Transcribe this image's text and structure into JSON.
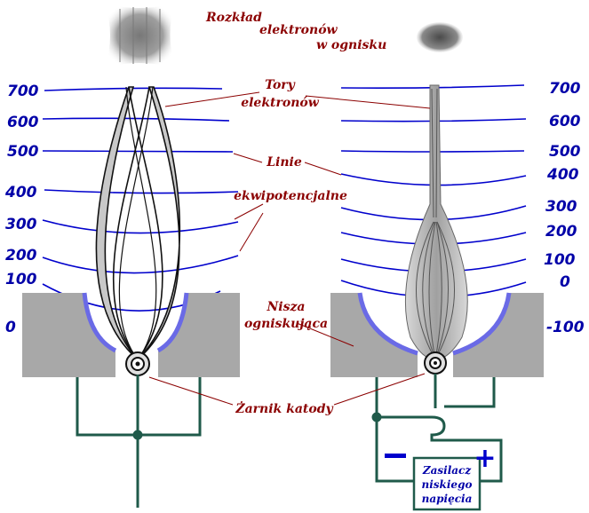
{
  "labels": {
    "focus_distribution": [
      "Rozkład",
      "elektronów",
      "w ognisku"
    ],
    "electron_paths": [
      "Tory",
      "elektronów"
    ],
    "equipotential_lines": [
      "Linie",
      "ekwipotencjalne"
    ],
    "focusing_niche": [
      "Nisza",
      "ogniskująca"
    ],
    "cathode_filament": "Żarnik katody",
    "power_supply": [
      "Zasilacz",
      "niskiego",
      "napięcia"
    ],
    "minus_sign": "—",
    "plus_sign": "+"
  },
  "left_potentials": [
    "700",
    "600",
    "500",
    "400",
    "300",
    "200",
    "100",
    "0"
  ],
  "right_potentials": [
    "700",
    "600",
    "500",
    "400",
    "300",
    "200",
    "100",
    "0",
    "-100"
  ],
  "colors": {
    "equipotential": "#0000cc",
    "label_text": "#8b0000",
    "number_text": "#0000a8",
    "wire": "#1f5a4a",
    "niche": "#a8a8a8",
    "niche_edge": "#6a6ae6",
    "beam": "#b0b0b0"
  }
}
